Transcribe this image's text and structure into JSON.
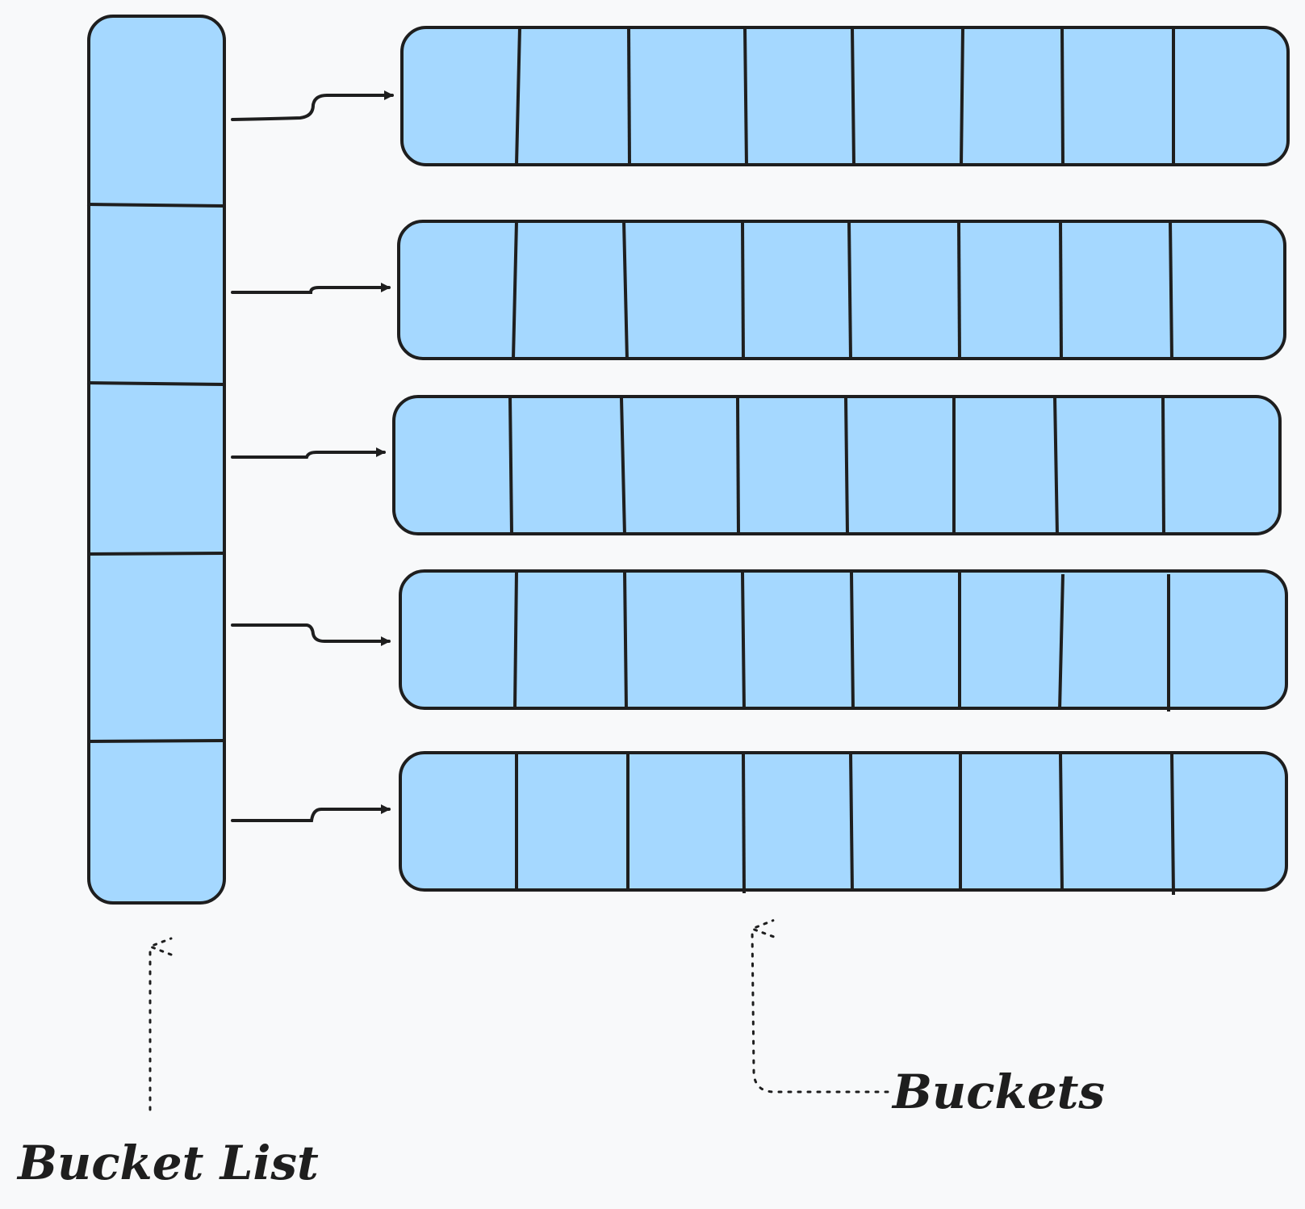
{
  "labels": {
    "bucket_list": "Bucket List",
    "buckets": "Buckets"
  },
  "structure": {
    "bucket_list_slots": 5,
    "bucket_count": 5,
    "cells_per_bucket": 8
  },
  "colors": {
    "background": "#f8f9fa",
    "fill": "#a5d8ff",
    "stroke": "#1e1e1e"
  }
}
